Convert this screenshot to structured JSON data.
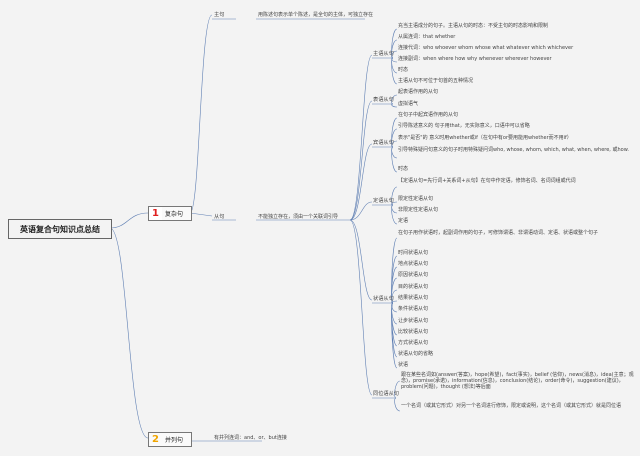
{
  "root": "英语复合句知识点总结",
  "branches": [
    {
      "num": "1",
      "label": "复杂句"
    },
    {
      "num": "2",
      "label": "并列句"
    }
  ],
  "compound_desc": "有并列连词：and、or、but连接",
  "main_clause": {
    "label": "主句",
    "desc": "用陈述句表示单个陈述，是全句的主体，可独立存在"
  },
  "sub_clause": {
    "label": "从句",
    "desc": "不能独立存在，须由一个关联词引导"
  },
  "categories": [
    {
      "label": "主语从句",
      "items": [
        "充当主语成分的句子。主语从句的时态：不受主句的时态影响和限制",
        "从属连词：that whether",
        "连接代词：who whoever whom whose what whatever which whichever",
        "连接副词：when where how why whenever wherever however",
        "时态",
        "主语从句不可位于句首的五种情况"
      ]
    },
    {
      "label": "表语从句",
      "items": [
        "起表语作用的从句",
        "虚拟语气"
      ]
    },
    {
      "label": "宾语从句",
      "items": [
        "在句子中起宾语作用的从句",
        "引导陈述意义的 句子用that，无实际意义，口语中可以省略",
        "表示\"是否\"的 意义时用whether或if（在句中有or要用能用whether而不用if）",
        "引导特殊疑问句意义的句子时用特殊疑问词who, whose, whom, which, what, when, where, 或how.",
        "时态"
      ]
    },
    {
      "label": "定语从句",
      "items": [
        "【定语从句=先行词+关系词+从句】在句中作定语，修饰名词、名词词组或代词",
        "限定性定语从句",
        "非限定性定语从句",
        "定语"
      ]
    },
    {
      "label": "状语从句",
      "items": [
        "在句子用作状语时，起副词作用的句子，可修饰谓语、非谓语动词、定语、状语或整个句子",
        "时间状语从句",
        "地点状语从句",
        "原因状语从句",
        "目的状语从句",
        "结果状语从句",
        "条件状语从句",
        "让步状语从句",
        "比较状语从句",
        "方式状语从句",
        "状语从句的省略",
        "状语"
      ]
    },
    {
      "label": "同位语从句",
      "items": [
        "跟在某些名词如(answer(答案)，hope(希望)，fact(事实)，belief (信仰)，news(消息)，idea(主意；观念)，promise(承诺)，information(信息)，conclusion(结论)，order(命令)，suggestion(建议)，problem(问题)，thought (想法)等后面",
        "一个名词（或其它形式）对另一个名词进行修饰，限定或说明，这个名词（或其它形式）就是同位语"
      ]
    }
  ]
}
